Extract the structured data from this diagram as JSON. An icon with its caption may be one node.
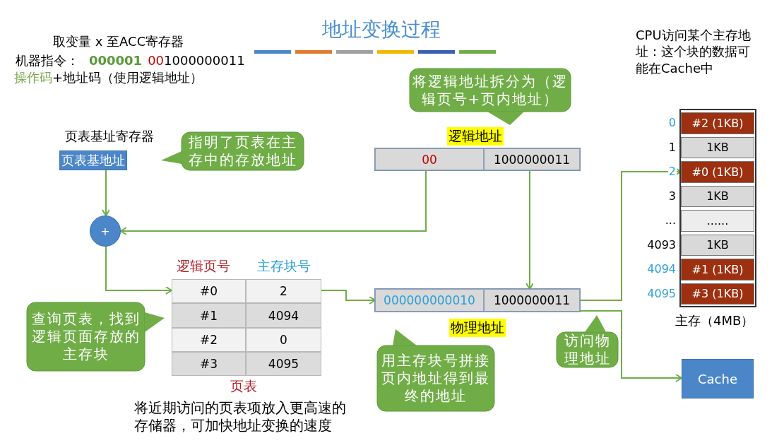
{
  "diagram": {
    "title": "地址变换过程",
    "nodes": [
      {
        "text": [
          "页表基址寄存器",
          "页表基地址"
        ]
      },
      {
        "text": [
          "指明了页表在主存中的存放地址"
        ]
      },
      {
        "text": [
          "+"
        ]
      },
      {
        "text": [],
        "shape": "bar"
      },
      {
        "text": [
          "00"
        ],
        "in": 3
      },
      {
        "text": [
          "1000000011"
        ],
        "in": 3
      },
      {
        "text": [
          "将逻辑地址拆分为（逻辑页号+页内地址）"
        ]
      },
      {
        "text": [
          "逻辑页号",
          "主存块号",
          "页表"
        ]
      },
      {
        "text": [
          "#0",
          "2"
        ],
        "in": 7
      },
      {
        "text": [
          "#1",
          "4094"
        ],
        "in": 7
      },
      {
        "text": [
          "#2",
          "0"
        ],
        "in": 7
      },
      {
        "text": [
          "#3",
          "4095"
        ],
        "in": 7
      },
      {
        "text": [
          "查询页表，找到逻辑页面存放的主存块"
        ]
      },
      {
        "text": [],
        "shape": "bar"
      },
      {
        "text": [
          "000000000010"
        ],
        "in": 13
      },
      {
        "text": [
          "1000000011"
        ],
        "in": 13
      },
      {
        "text": [
          "用主存块号拼接页内地址得到最终的地址"
        ]
      },
      {
        "text": [
          "访问物理地址"
        ]
      },
      {
        "text": [
          "主存（4MB）"
        ]
      },
      {
        "text": [
          "#2 (1KB)"
        ],
        "beside": [
          "0"
        ],
        "in": 18
      },
      {
        "text": [
          "1KB"
        ],
        "beside": [
          "1"
        ],
        "in": 18
      },
      {
        "text": [
          "#0 (1KB)"
        ],
        "beside": [
          "2"
        ],
        "in": 18
      },
      {
        "text": [
          "1KB"
        ],
        "beside": [
          "3"
        ],
        "in": 18
      },
      {
        "text": [
          "......"
        ],
        "beside": [
          "..."
        ],
        "in": 18
      },
      {
        "text": [
          "1KB"
        ],
        "beside": [
          "4093"
        ],
        "in": 18
      },
      {
        "text": [
          "#1 (1KB)"
        ],
        "beside": [
          "4094"
        ],
        "in": 18
      },
      {
        "text": [
          "#3 (1KB)"
        ],
        "beside": [
          "4095"
        ],
        "in": 18
      },
      {
        "text": [
          "Cache"
        ]
      }
    ],
    "edges": [
      {
        "from": 0,
        "to": 2,
        "arrow": "to"
      },
      {
        "from": 4,
        "to": 2,
        "arrow": "to"
      },
      {
        "from": 2,
        "to": 8,
        "arrow": "to"
      },
      {
        "from": 8,
        "to": 14,
        "arrow": "to"
      },
      {
        "from": 5,
        "to": 15,
        "arrow": "to"
      },
      {
        "from": 15,
        "to": 21,
        "arrow": "to"
      },
      {
        "from": 15,
        "to": 27,
        "arrow": "to"
      }
    ],
    "labels": [
      "取变量 x 至ACC寄存器",
      "机器指令：",
      "000001",
      "00",
      "1000000011",
      "操作码",
      "+地址码（使用逻辑地址）",
      "CPU访问某个主存地址：这个块的数据可能在Cache中",
      "逻辑地址",
      "物理地址",
      "将近期访问的页表项放入更高速的存储器，可加快地址变换的速度"
    ]
  }
}
